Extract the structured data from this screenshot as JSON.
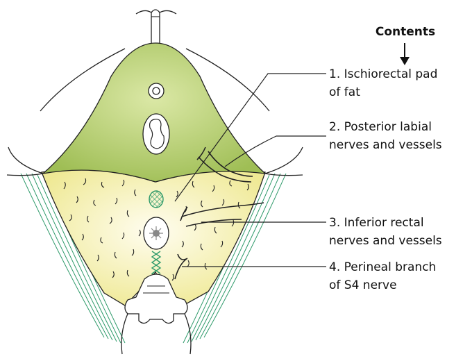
{
  "contents_heading": "Contents",
  "labels": [
    {
      "line1": "1. Ischiorectal pad",
      "line2": "of fat"
    },
    {
      "line1": "2. Posterior labial",
      "line2": "nerves and vessels"
    },
    {
      "line1": "3. Inferior rectal",
      "line2": "nerves and vessels"
    },
    {
      "line1": "4. Perineal branch",
      "line2": "of S4 nerve"
    }
  ],
  "colors": {
    "urogenital_fill": "#bcd27a",
    "ischiorectal_fill": "#f7f3b8",
    "muscle_lines": "#2e9a6a",
    "outline": "#222222"
  }
}
